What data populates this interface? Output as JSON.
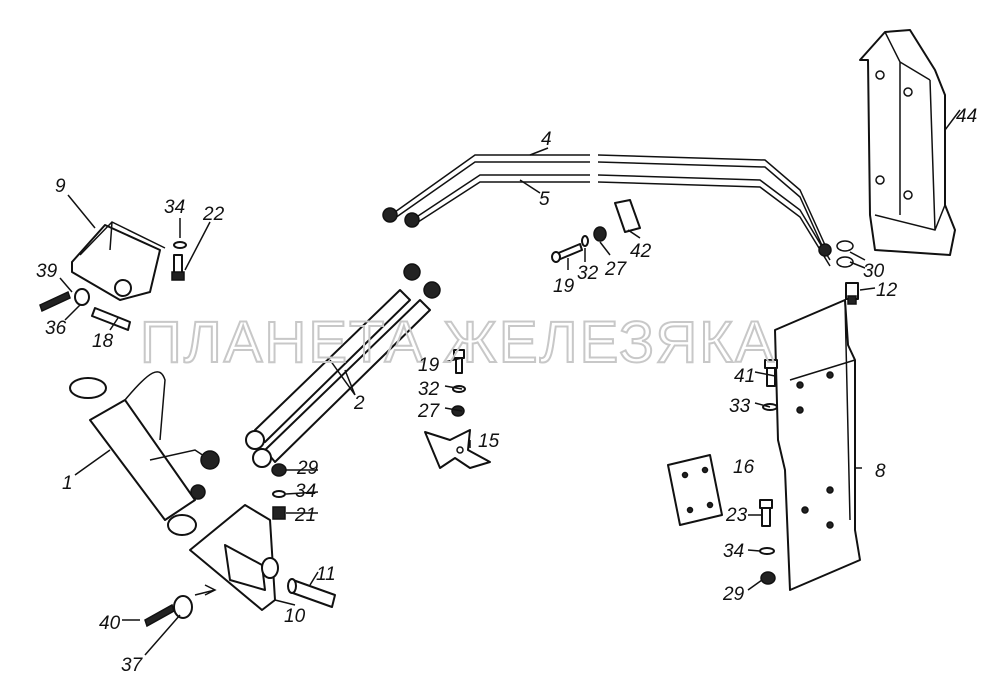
{
  "watermark": "ПЛАНЕТА ЖЕЛЕЗЯКА",
  "callouts": {
    "c9": "9",
    "c34a": "34",
    "c22": "22",
    "c39": "39",
    "c36": "36",
    "c18": "18",
    "c1": "1",
    "c4": "4",
    "c5": "5",
    "c19a": "19",
    "c32a": "32",
    "c27a": "27",
    "c42": "42",
    "c30": "30",
    "c44": "44",
    "c12": "12",
    "c2": "2",
    "c19b": "19",
    "c32b": "32",
    "c27b": "27",
    "c15": "15",
    "c41": "41",
    "c33": "33",
    "c16": "16",
    "c8": "8",
    "c29a": "29",
    "c34b": "34",
    "c21": "21",
    "c23": "23",
    "c34c": "34",
    "c29b": "29",
    "c11": "11",
    "c10": "10",
    "c40": "40",
    "c37": "37"
  }
}
